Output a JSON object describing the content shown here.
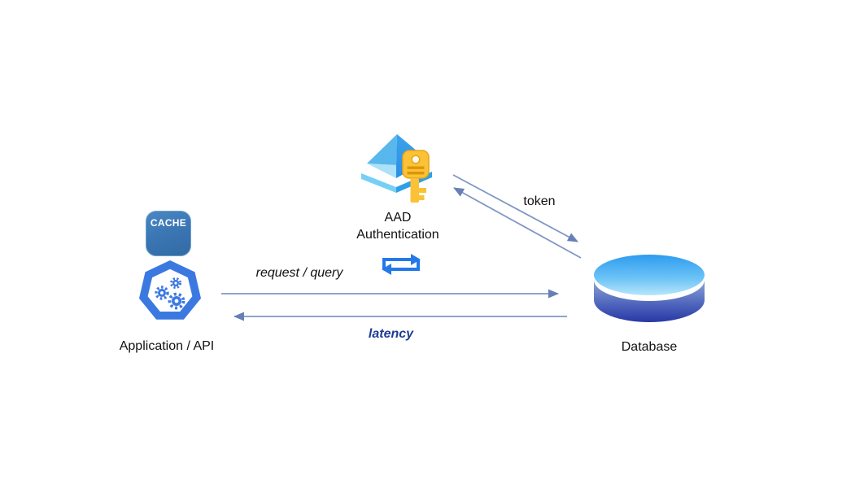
{
  "nodes": {
    "cache": {
      "label": "CACHE"
    },
    "application": {
      "label": "Application / API"
    },
    "aad": {
      "line1": "AAD",
      "line2": "Authentication"
    },
    "database": {
      "label": "Database"
    }
  },
  "edges": {
    "request": {
      "label": "request / query",
      "direction": "application-to-database"
    },
    "latency": {
      "label": "latency",
      "direction": "database-to-application"
    },
    "token": {
      "label": "token",
      "direction": "bidirectional-aad-database"
    }
  },
  "icons": {
    "cache": "cache-box-icon",
    "application": "kubernetes-gears-heptagon-icon",
    "aad": "azure-ad-pyramid-key-icon",
    "sync": "sync-exchange-arrows-icon",
    "database": "database-cylinder-icon"
  },
  "colors": {
    "arrow_line": "#8097C4",
    "arrow_head": "#6680B6",
    "sync_icon": "#2479E9",
    "latency_text": "#1F3C94",
    "text": "#111111",
    "cache_box": "#3B77B4",
    "application_icon": "#3B79E1",
    "pyramid_light": "#ABE2F8",
    "pyramid_mid": "#58B7ED",
    "pyramid_dark": "#2E93E9",
    "key_gold": "#FBC238",
    "key_detail": "#DD9609",
    "database_top": "#2D9CEF",
    "database_body_top": "#8EA6D6",
    "database_body_bottom": "#2838A5"
  }
}
